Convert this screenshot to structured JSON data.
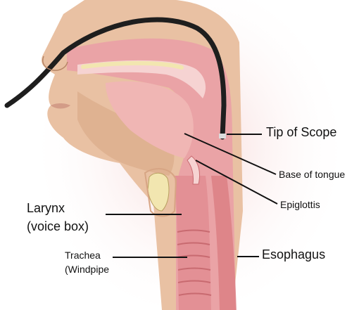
{
  "labels": {
    "tip_of_scope": "Tip of Scope",
    "base_of_tongue": "Base of tongue",
    "epiglottis": "Epiglottis",
    "larynx_line1": "Larynx",
    "larynx_line2": "(voice box)",
    "trachea_line1": "Trachea",
    "trachea_line2": "(Windpipe",
    "esophagus": "Esophagus"
  },
  "colors": {
    "background": "#ffffff",
    "skin": "#e9c1a3",
    "skin_shadow": "#d7a584",
    "tissue_pink": "#eaa3a6",
    "tissue_light": "#f6d3d2",
    "airway_red": "#d9787d",
    "scope": "#1e1e1e",
    "cartilage": "#f2e6b0",
    "leader_line": "#111111",
    "label_text": "#111111"
  }
}
